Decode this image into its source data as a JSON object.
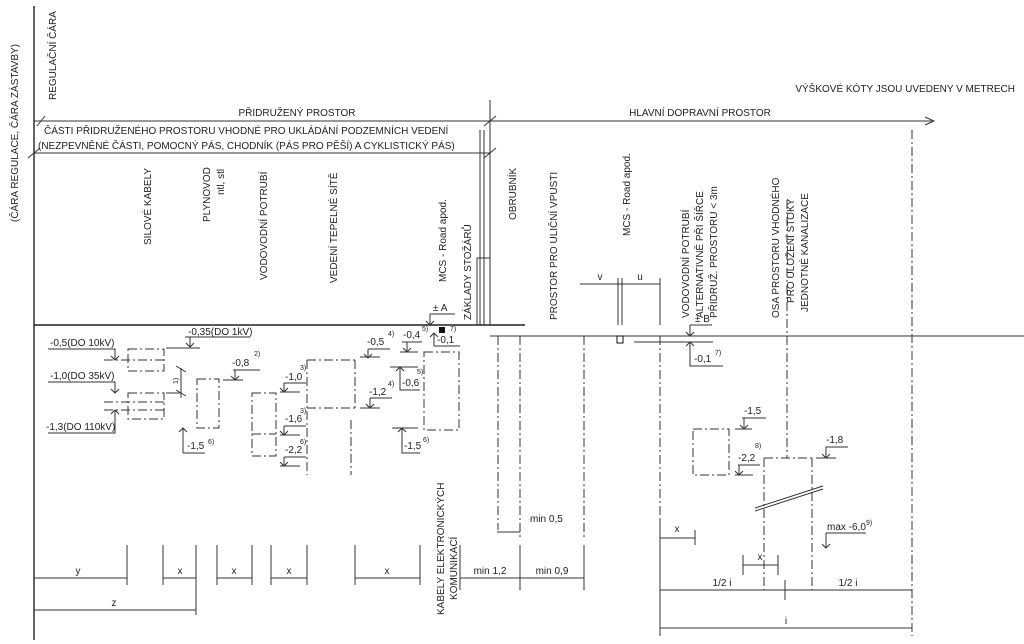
{
  "labels": {
    "regulation_line_building": "(ČÁRA REGULACE, ČÁRA ZÁSTAVBY)",
    "regulation_line": "REGULAČNÍ ČÁRA",
    "height_note": "VÝŠKOVÉ KÓTY JSOU UVEDENY V METRECH",
    "associated_space": "PŘIDRUŽENÝ PROSTOR",
    "main_traffic_space": "HLAVNÍ DOPRAVNÍ PROSTOR",
    "parts_line1": "ČÁSTI PŘIDRUŽENÉHO PROSTORU VHODNÉ PRO UKLÁDÁNÍ PODZEMNÍCH VEDENÍ",
    "parts_line2": "(NEZPEVNĚNÉ ČÁSTI, POMOCNÝ PÁS, CHODNÍK (PÁS PRO PĚŠÍ) A CYKLISTICKÝ PÁS)"
  },
  "columns": {
    "power_cables": "SILOVÉ KABELY",
    "gas": "PLYNOVOD",
    "gas_sub": "ntl, stl",
    "water": "VODOVODNÍ POTRUBÍ",
    "heat": "VEDENÍ TEPELNÉ SÍTĚ",
    "mcs_left": "MCS - Road apod.",
    "mast_foundations": "ZÁKLADY STOŽÁRŮ",
    "telecom1": "KABELY ELEKTRONICKÝCH",
    "telecom2": "KOMUNIKACÍ",
    "curb": "OBRUBNÍK",
    "gully": "PROSTOR PRO ULIČNÍ VPUSTI",
    "mcs_right": "MCS - Road apod.",
    "water_alt1": "VODOVODNÍ POTRUBÍ",
    "water_alt2": "ALTERNATIVNĚ PŘI ŠÍŘCE",
    "water_alt3": "PŘIDRUŽ. PROSTORU < 3m",
    "sewer1": "OSA PROSTORU VHODNÉHO",
    "sewer2": "PRO ULOŽENÍ STOKY",
    "sewer3": "JEDNOTNÉ KANALIZACE"
  },
  "elevations": {
    "p10": "-0,5(DO 10kV)",
    "p035": "-0,35(DO 1kV)",
    "p35": "-1,0(DO 35kV)",
    "p110": "-1,3(DO 110kV)",
    "gas_top": "-0,8",
    "gas_bot": "-1,5",
    "w1": "-1,0",
    "w2": "-1,6",
    "w3": "-2,2",
    "h1": "-0,5",
    "h2": "-1,2",
    "t1": "-0,4",
    "t2": "-0,6",
    "t3": "-1,5",
    "t4": "-0,1",
    "pmA": "± A",
    "pmB": "± B",
    "r1": "-0,1",
    "wa1": "-1,5",
    "wa2": "-2,2",
    "s1": "-1,8",
    "smax": "max -6,0"
  },
  "notes": {
    "n1": "1)",
    "n2": "2)",
    "n3a": "3)",
    "n3b": "3)",
    "n6a": "6)",
    "n6b": "6)",
    "n6c": "6)",
    "n4a": "4)",
    "n4b": "4)",
    "n5a": "5)",
    "n5b": "5)",
    "n7a": "7)",
    "n7b": "7)",
    "n8": "8)",
    "n9": "9)"
  },
  "dimensions": {
    "y": "y",
    "x1": "x",
    "x2": "x",
    "x3": "x",
    "x4": "x",
    "z": "z",
    "min12": "min 1,2",
    "min09": "min 0,9",
    "min05": "min 0,5",
    "x5": "x",
    "x6": "x",
    "half_i_1": "1/2 i",
    "half_i_2": "1/2 i",
    "i": "i",
    "u": "u",
    "v": "v"
  }
}
